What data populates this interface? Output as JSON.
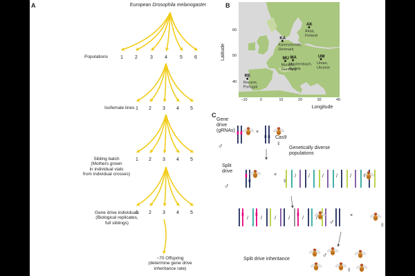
{
  "colors": {
    "arrow": "#F2CC1A",
    "text": "#222222",
    "map_land": "#A9C77E",
    "map_sea": "#D9D9D9",
    "pink": "#E6007E",
    "navy": "#1F2A5A",
    "teal": "#2BA79B",
    "purple": "#7A4FA0",
    "lime": "#B5CE3A",
    "gray": "#8A8A8A"
  },
  "panel_a": {
    "label": "A",
    "title_prefix": "European ",
    "title_species": "Drosophila melanogaster",
    "rows": [
      {
        "label": "Populations",
        "numbers": [
          "1",
          "2",
          "3",
          "4",
          "5",
          "6"
        ]
      },
      {
        "label": "Isofemale lines",
        "numbers": [
          "1",
          "2",
          "3",
          "4",
          "5"
        ]
      },
      {
        "label": "Sibling batch\n(Mothers grown\nin individual vials\nfrom individual crosses)",
        "numbers": [
          "1",
          "2",
          "3",
          "4",
          "5"
        ]
      },
      {
        "label": "Gene drive individuals\n(Biological replicates,\nfull siblings)",
        "numbers": [
          "1",
          "2",
          "3",
          "4",
          "5"
        ]
      }
    ],
    "final": "~70 Offspring\n(determine gene drive\ninheritance rate)"
  },
  "panel_b": {
    "label": "B",
    "ylabel": "Latitude",
    "xlabel": "Longitude",
    "x_ticks": [
      "−10",
      "0",
      "10",
      "20",
      "30",
      "40"
    ],
    "y_ticks": [
      "40",
      "50",
      "60"
    ],
    "sites": [
      {
        "code": "AK",
        "place": "Akaa,\nFinland",
        "lon": 24,
        "lat": 61.2
      },
      {
        "code": "KA",
        "place": "Karensminde,\nDenmark",
        "lon": 10,
        "lat": 55.9
      },
      {
        "code": "MU",
        "place": "Munich,\nGermany",
        "lon": 11.5,
        "lat": 48.1
      },
      {
        "code": "MA",
        "place": "Mauternbach,\nAustria",
        "lon": 15.5,
        "lat": 48.4
      },
      {
        "code": "UM",
        "place": "Uman,\nUkraine",
        "lon": 30.2,
        "lat": 48.8
      },
      {
        "code": "RE",
        "place": "Recarei,\nPortugal",
        "lon": -8.4,
        "lat": 41.2
      }
    ]
  },
  "panel_c": {
    "label": "C",
    "gene_drive": "Gene\ndrive\n(gRNAs)",
    "cross_symbol": "×",
    "cas9": "Cas9",
    "male_symbol": "♂",
    "female_symbol": "♀",
    "diverse": "Genetically diverse\npopulations",
    "split_drive": "Split\ndrive",
    "slash": "/",
    "inheritance": "Split drive inheritance"
  }
}
